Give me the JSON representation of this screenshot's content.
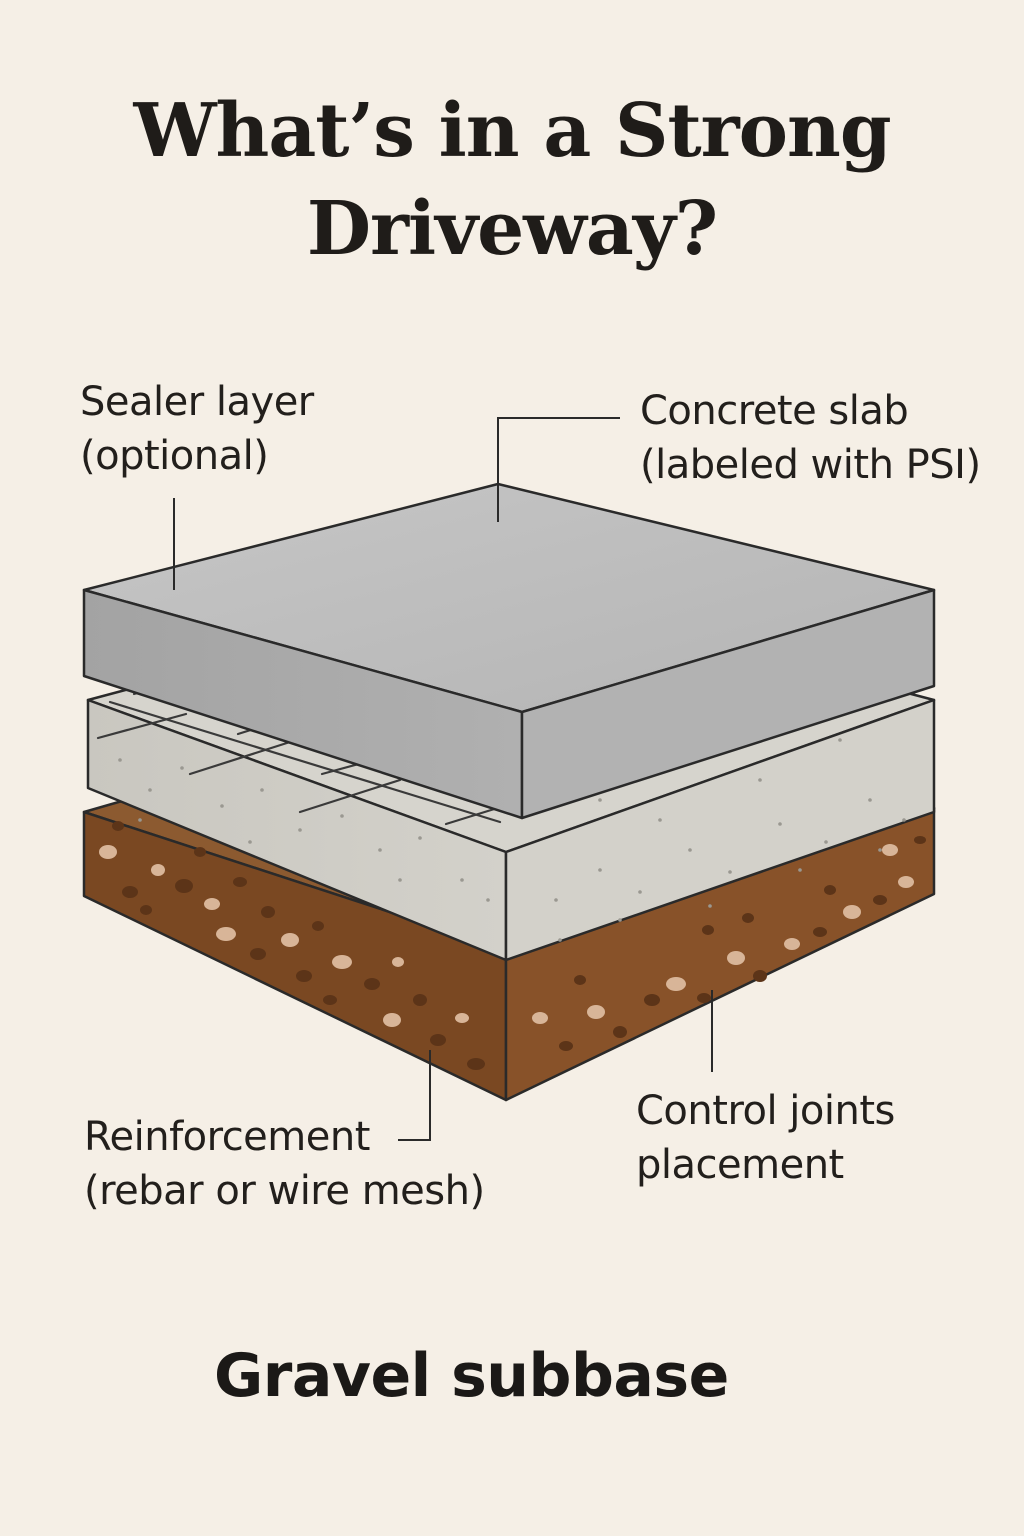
{
  "title": {
    "line1": "What’s in a Strong",
    "line2": "Driveway?"
  },
  "labels": {
    "sealer": {
      "line1": "Sealer layer",
      "line2": "(optional)"
    },
    "concrete": {
      "line1": "Concrete slab",
      "line2": "(labeled with PSI)"
    },
    "reinforcement": {
      "line1": "Reinforcement",
      "line2": "(rebar or wire mesh)"
    },
    "joints": {
      "line1": "Control joints",
      "line2": "placement"
    },
    "gravel": "Gravel subbase"
  },
  "colors": {
    "background": "#f5efe6",
    "concrete_top": "#bdbdbd",
    "concrete_front": "#a6a6a6",
    "concrete_side": "#b3b3b3",
    "middle_layer": "#cfcdc6",
    "gravel_front": "#7b4a24",
    "gravel_side": "#8a552b",
    "stone": "#d9b79a",
    "outline": "#2a2a2a"
  }
}
